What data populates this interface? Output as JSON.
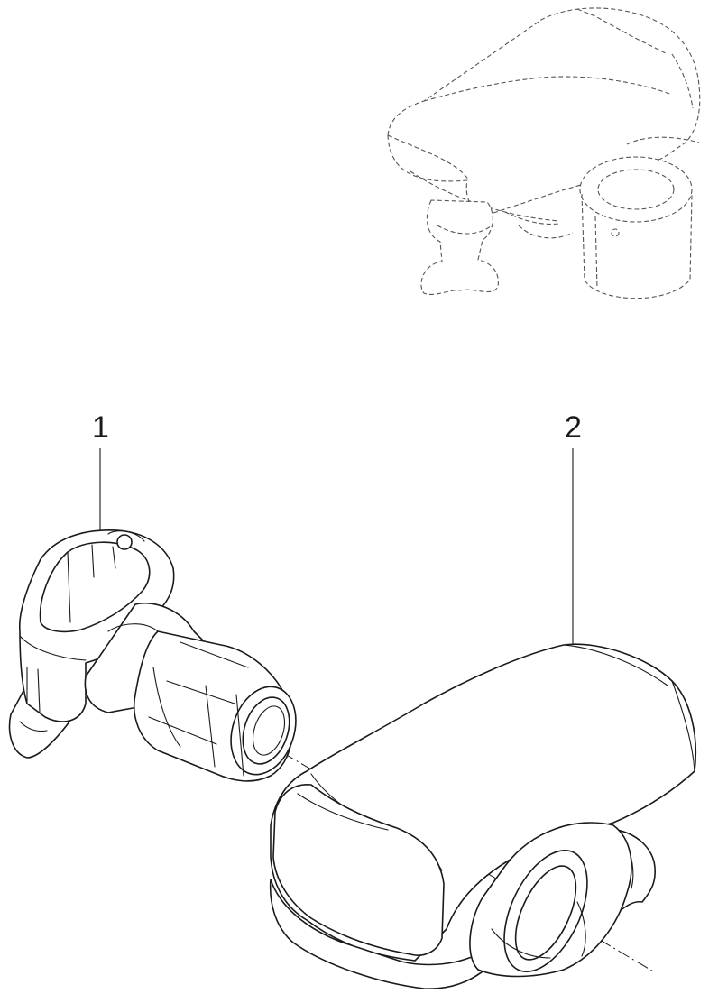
{
  "callouts": [
    {
      "id": "1",
      "label": "1"
    },
    {
      "id": "2",
      "label": "2"
    }
  ],
  "colors": {
    "line": "#1a1a1a",
    "ghost_line": "#555555",
    "background": "#ffffff"
  }
}
